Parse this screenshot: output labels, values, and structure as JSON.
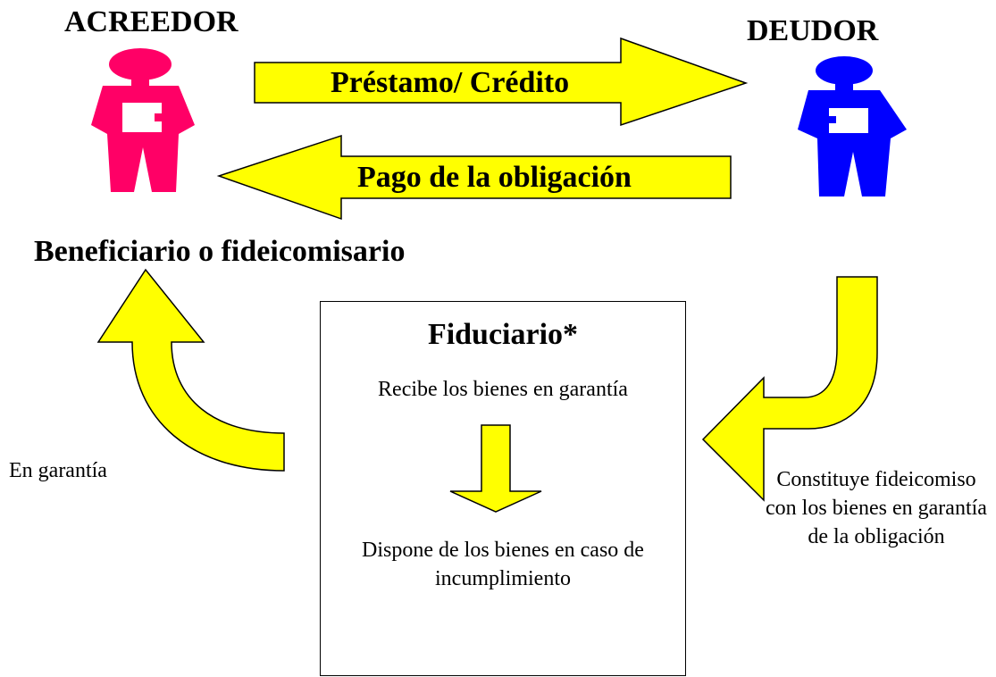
{
  "acreedor": {
    "title": "ACREEDOR",
    "figure_color": "#FF0066"
  },
  "deudor": {
    "title": "DEUDOR",
    "figure_color": "#0000FF"
  },
  "arrows": {
    "fill_color": "#FFFF00",
    "right_label": "Préstamo/ Crédito",
    "left_label": "Pago de la obligación"
  },
  "beneficiario_label": "Beneficiario o fideicomisario",
  "fiduciario": {
    "title": "Fiduciario*",
    "recibe": "Recibe los bienes en garantía",
    "dispone": "Dispone de los bienes en caso de incumplimiento"
  },
  "en_garantia": "En garantía",
  "constituye": "Constituye fideicomiso con los bienes en garantía de la obligación"
}
